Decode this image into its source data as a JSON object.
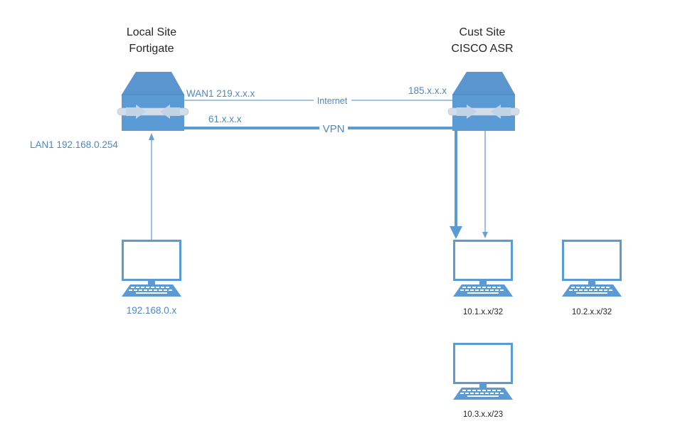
{
  "colors": {
    "device": "#5b9bd5",
    "device_top": "#5a95cf",
    "line": "#6b9fd4",
    "label": "#4f87c0",
    "title": "#262626"
  },
  "sites": {
    "local": {
      "title": "Local Site",
      "device": "Fortigate"
    },
    "cust": {
      "title": "Cust Site",
      "device": "CISCO ASR"
    }
  },
  "interfaces": {
    "wan1": "WAN1 219.x.x.x",
    "vpn_local": "61.x.x.x",
    "lan1": "LAN1 192.168.0.254",
    "cust_public": "185.x.x.x"
  },
  "links": {
    "internet": "Internet",
    "vpn": "VPN"
  },
  "hosts": {
    "local_pc": "192.168.0.x",
    "net1": "10.1.x.x/32",
    "net2": "10.2.x.x/32",
    "net3": "10.3.x.x/23"
  },
  "icons": [
    "router-icon",
    "computer-icon"
  ]
}
